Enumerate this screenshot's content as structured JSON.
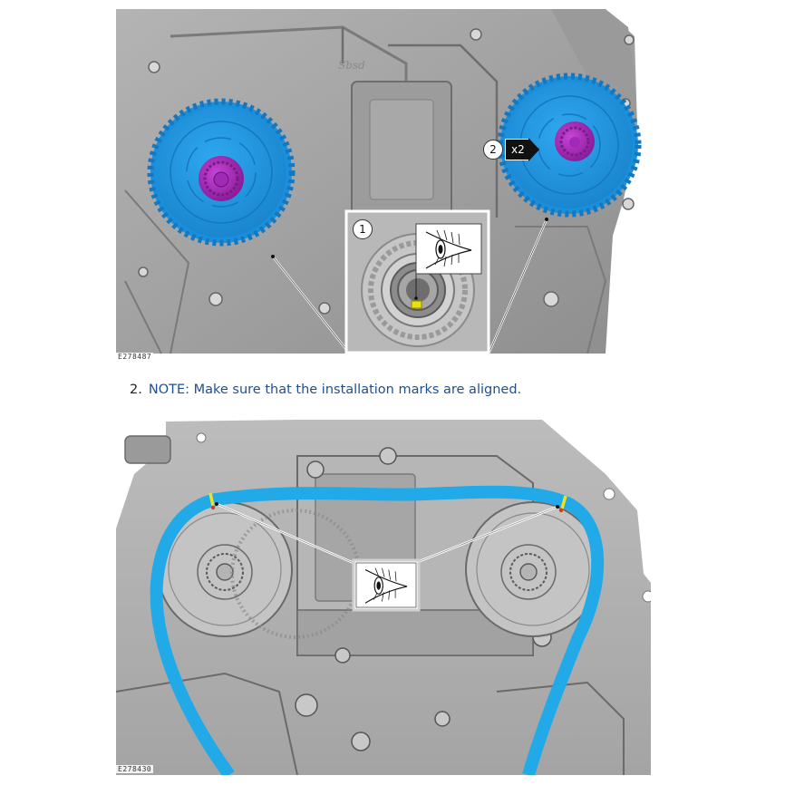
{
  "figures": [
    {
      "id": "E278487",
      "callouts": [
        {
          "number": "1",
          "icon": "eye-icon",
          "description": "crankshaft timing mark inset"
        },
        {
          "number": "2",
          "label": "x2"
        }
      ],
      "colors": {
        "sprocket": "#1e9be6",
        "hub": "#b52fc4",
        "mark": "#e8e010",
        "block": "#a8a8a8"
      }
    },
    {
      "id": "E278430",
      "callouts": [
        {
          "icon": "eye-icon",
          "description": "camshaft alignment marks"
        }
      ],
      "colors": {
        "chain": "#22aae8",
        "mark_yellow": "#f0e020",
        "mark_red": "#d04020",
        "block": "#b0b0b0"
      }
    }
  ],
  "step": {
    "number": "2.",
    "note": "NOTE: Make sure that the installation marks are aligned."
  }
}
